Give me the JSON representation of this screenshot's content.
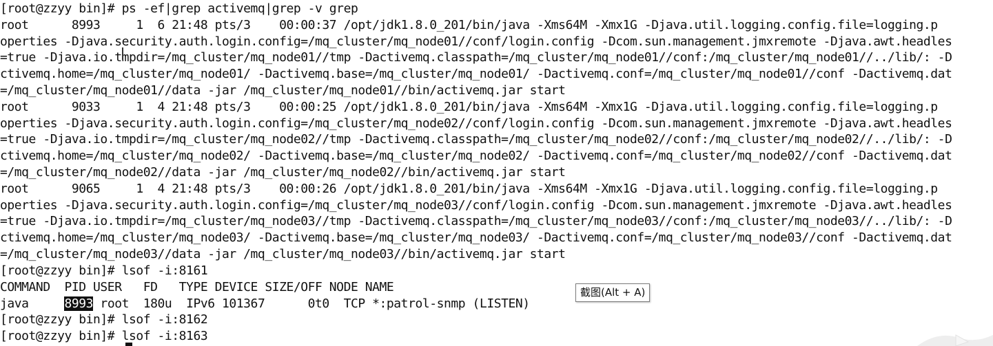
{
  "terminal": {
    "lines": [
      "[root@zzyy bin]# ps -ef|grep activemq|grep -v grep",
      "root      8993     1  6 21:48 pts/3    00:00:37 /opt/jdk1.8.0_201/bin/java -Xms64M -Xmx1G -Djava.util.logging.config.file=logging.p",
      "operties -Djava.security.auth.login.config=/mq_cluster/mq_node01//conf/login.config -Dcom.sun.management.jmxremote -Djava.awt.headles",
      "=true -Djava.io.tmpdir=/mq_cluster/mq_node01//tmp -Dactivemq.classpath=/mq_cluster/mq_node01//conf:/mq_cluster/mq_node01//../lib/: -D",
      "ctivemq.home=/mq_cluster/mq_node01/ -Dactivemq.base=/mq_cluster/mq_node01/ -Dactivemq.conf=/mq_cluster/mq_node01//conf -Dactivemq.dat",
      "=/mq_cluster/mq_node01//data -jar /mq_cluster/mq_node01//bin/activemq.jar start",
      "root      9033     1  4 21:48 pts/3    00:00:25 /opt/jdk1.8.0_201/bin/java -Xms64M -Xmx1G -Djava.util.logging.config.file=logging.p",
      "operties -Djava.security.auth.login.config=/mq_cluster/mq_node02//conf/login.config -Dcom.sun.management.jmxremote -Djava.awt.headles",
      "=true -Djava.io.tmpdir=/mq_cluster/mq_node02//tmp -Dactivemq.classpath=/mq_cluster/mq_node02//conf:/mq_cluster/mq_node02//../lib/: -D",
      "ctivemq.home=/mq_cluster/mq_node02/ -Dactivemq.base=/mq_cluster/mq_node02/ -Dactivemq.conf=/mq_cluster/mq_node02//conf -Dactivemq.dat",
      "=/mq_cluster/mq_node02//data -jar /mq_cluster/mq_node02//bin/activemq.jar start",
      "root      9065     1  4 21:48 pts/3    00:00:26 /opt/jdk1.8.0_201/bin/java -Xms64M -Xmx1G -Djava.util.logging.config.file=logging.p",
      "operties -Djava.security.auth.login.config=/mq_cluster/mq_node03//conf/login.config -Dcom.sun.management.jmxremote -Djava.awt.headles",
      "=true -Djava.io.tmpdir=/mq_cluster/mq_node03//tmp -Dactivemq.classpath=/mq_cluster/mq_node03//conf:/mq_cluster/mq_node03//../lib/: -D",
      "ctivemq.home=/mq_cluster/mq_node03/ -Dactivemq.base=/mq_cluster/mq_node03/ -Dactivemq.conf=/mq_cluster/mq_node03//conf -Dactivemq.dat",
      "=/mq_cluster/mq_node03//data -jar /mq_cluster/mq_node03//bin/activemq.jar start",
      "[root@zzyy bin]# lsof -i:8161",
      "COMMAND  PID USER   FD   TYPE DEVICE SIZE/OFF NODE NAME",
      "",
      "[root@zzyy bin]# lsof -i:8162",
      "[root@zzyy bin]# lsof -i:8163"
    ],
    "lsof_row": {
      "before": "java     ",
      "highlighted_pid": "8993",
      "after": " root  180u  IPv6 101367      0t0  TCP *:patrol-snmp (LISTEN)"
    }
  },
  "tooltip": {
    "text": "截图(Alt + A)"
  }
}
